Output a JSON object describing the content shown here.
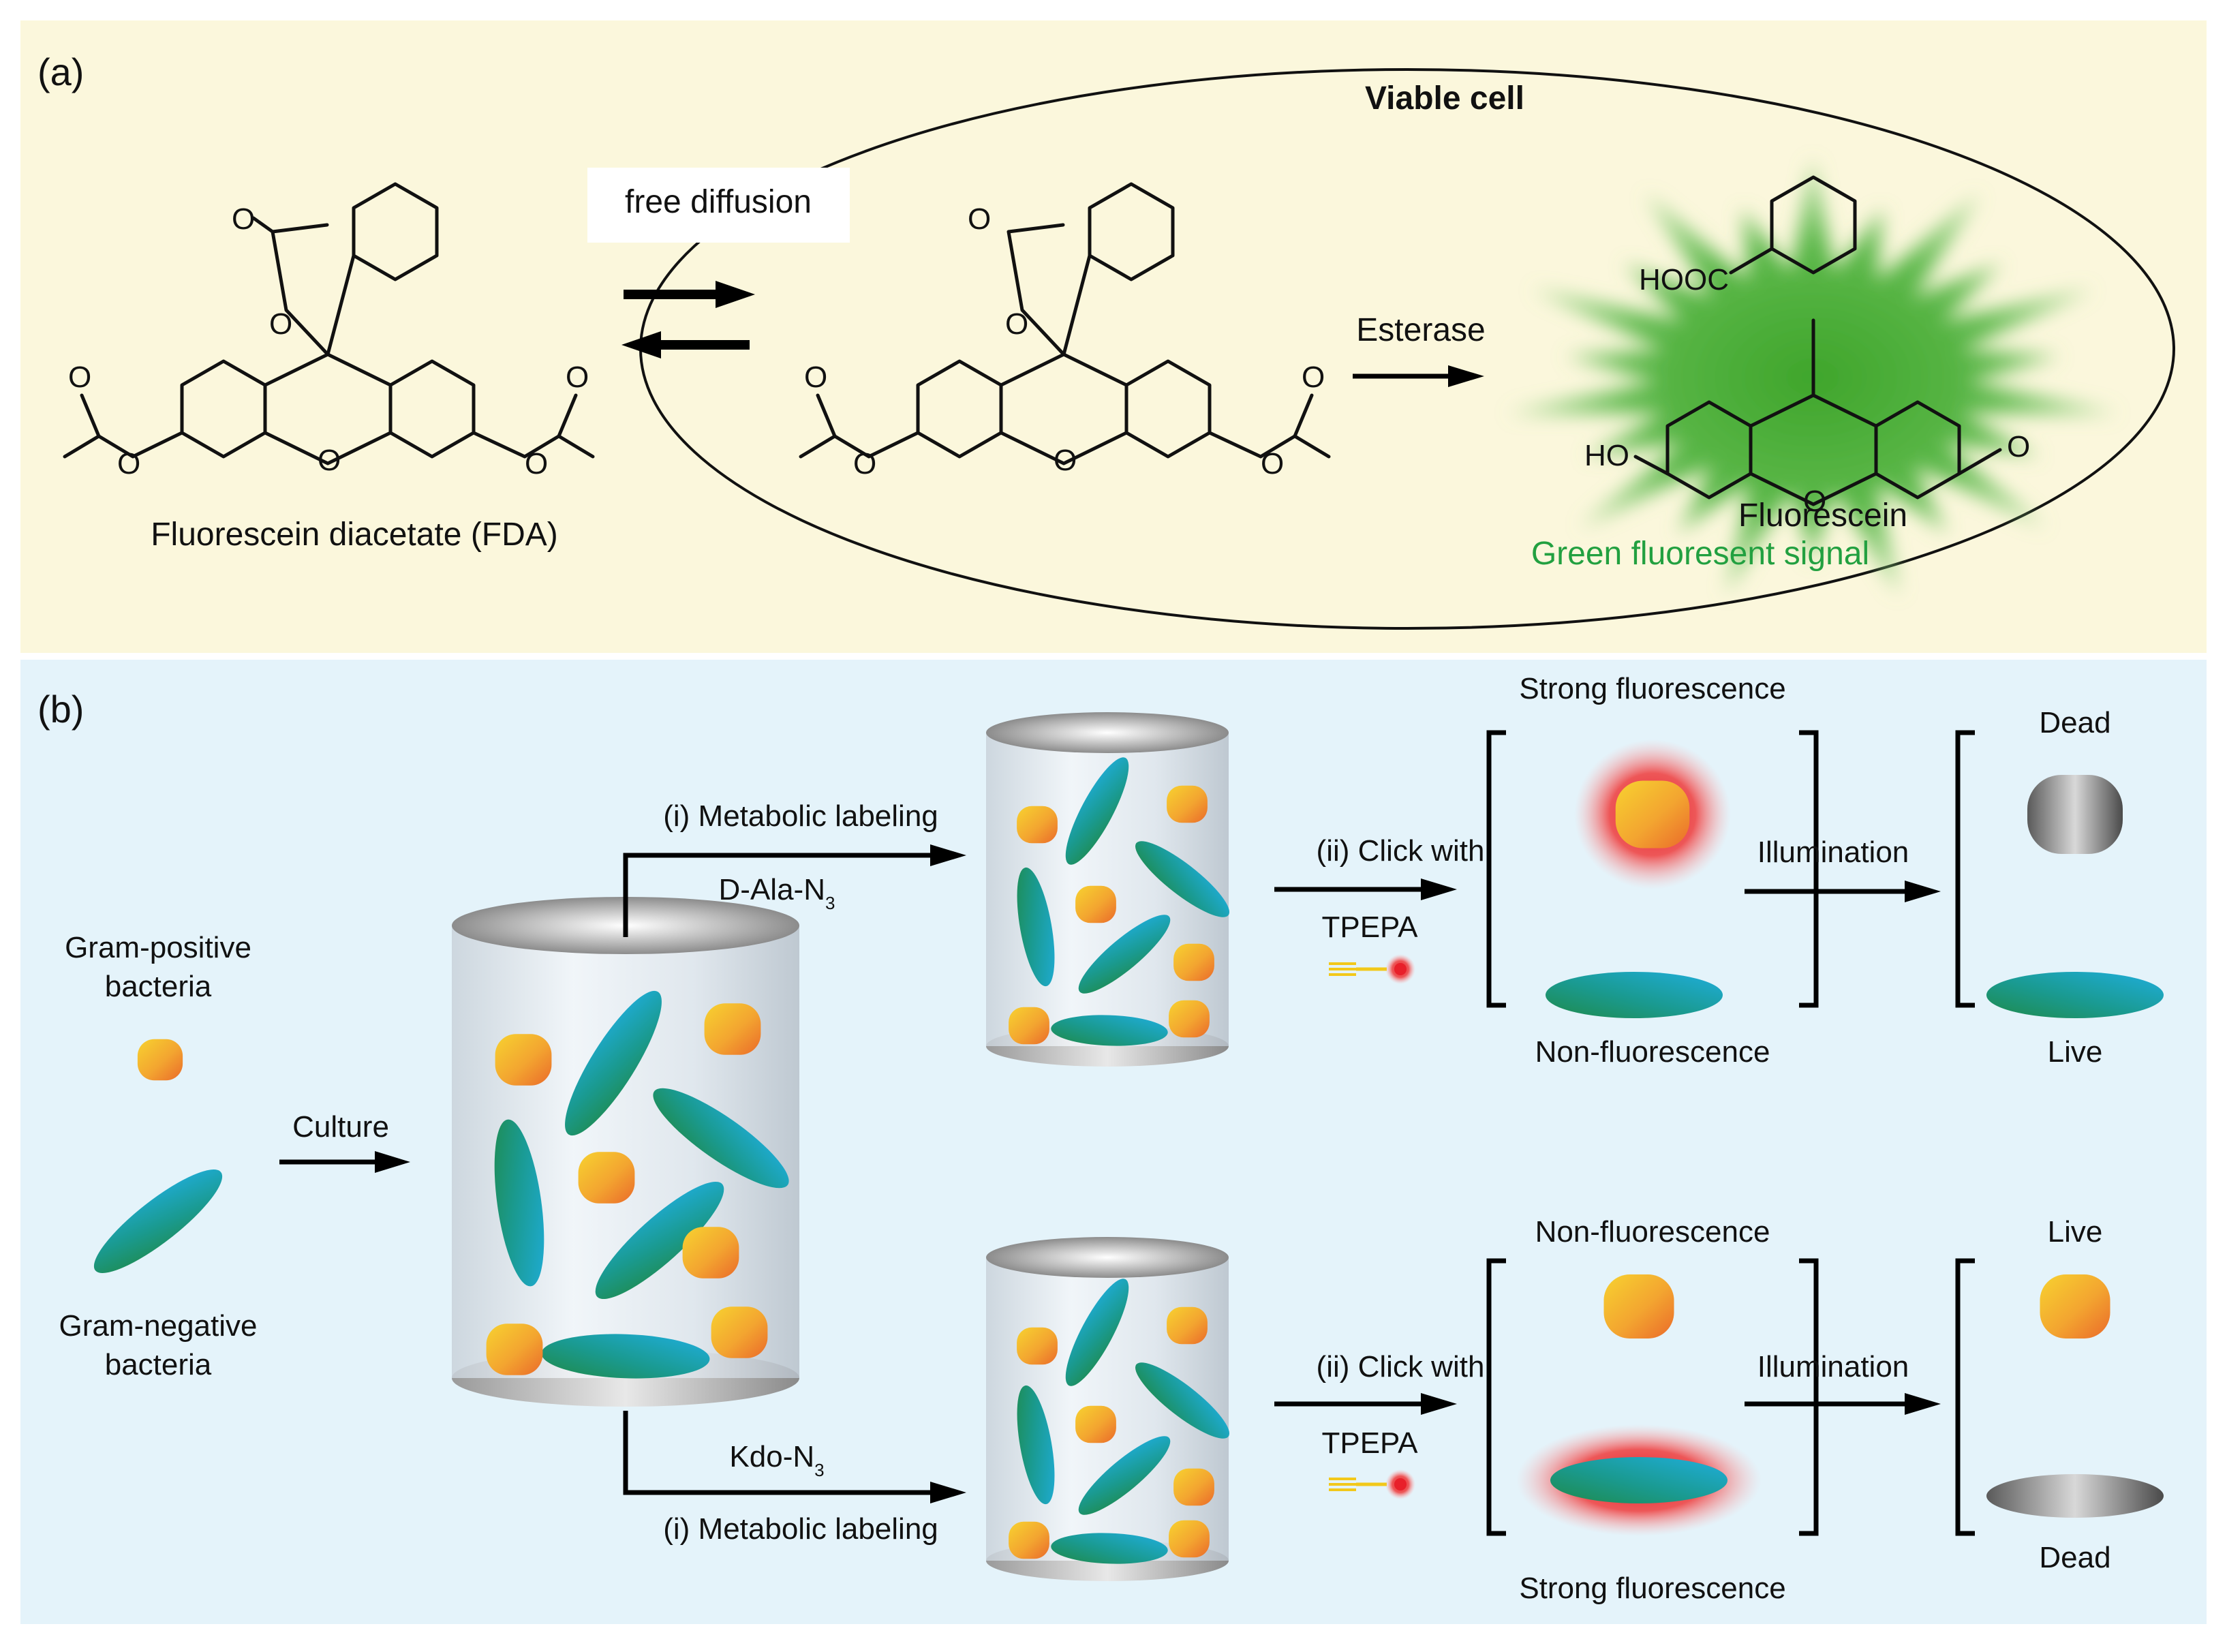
{
  "panel_a": {
    "label": "(a)",
    "cell_title": "Viable cell",
    "diffusion_label": "free diffusion",
    "fda_name": "Fluorescein diacetate (FDA)",
    "enzyme_label": "Esterase",
    "product_name": "Fluorescein",
    "signal_label": "Green fluoresent signal",
    "atom_O": "O",
    "atom_HOOC": "HOOC",
    "atom_HO": "HO",
    "colors": {
      "background": "#fbf7dc",
      "glow": "#4caf35",
      "signal_text": "#22a040"
    }
  },
  "panel_b": {
    "label": "(b)",
    "gram_positive": [
      "Gram-positive",
      "bacteria"
    ],
    "gram_negative": [
      "Gram-negative",
      "bacteria"
    ],
    "culture_label": "Culture",
    "top": {
      "step_i": "(i) Metabolic labeling",
      "reagent_main": "D-Ala-N",
      "reagent_sub": "3",
      "step_ii": "(ii) Click with",
      "probe": "TPEPA",
      "upper_state": "Strong fluorescence",
      "lower_state": "Non-fluorescence",
      "illumination": "Illumination",
      "result_upper": "Dead",
      "result_lower": "Live"
    },
    "bottom": {
      "step_i": "(i) Metabolic labeling",
      "reagent_main": "Kdo-N",
      "reagent_sub": "3",
      "step_ii": "(ii) Click with",
      "probe": "TPEPA",
      "upper_state": "Non-fluorescence",
      "lower_state": "Strong fluorescence",
      "illumination": "Illumination",
      "result_upper": "Live",
      "result_lower": "Dead"
    },
    "colors": {
      "background": "#e4f3fa",
      "rod": "#1fa0c8",
      "cocci": "#f29a2c",
      "red_glow": "#e8202a"
    }
  }
}
